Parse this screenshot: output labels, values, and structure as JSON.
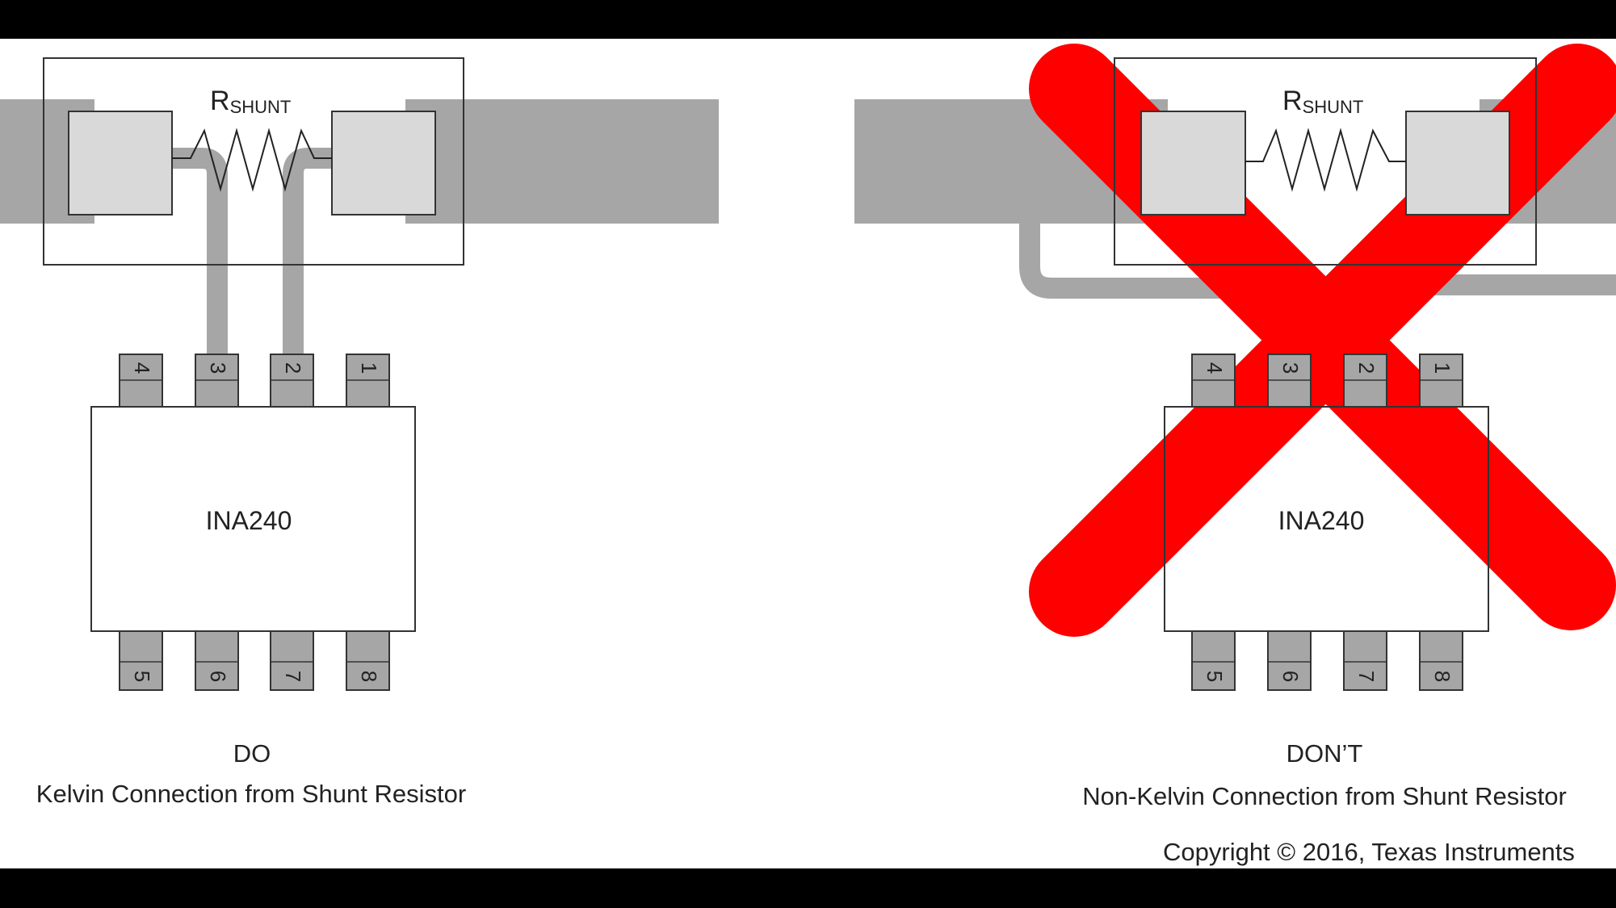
{
  "left_panel": {
    "resistor_label": "R",
    "resistor_subscript": "SHUNT",
    "chip_label": "INA240",
    "pins_top": [
      "4",
      "3",
      "2",
      "1"
    ],
    "pins_bottom": [
      "5",
      "6",
      "7",
      "8"
    ],
    "caption_title": "DO",
    "caption_text": "Kelvin Connection from Shunt Resistor"
  },
  "right_panel": {
    "resistor_label": "R",
    "resistor_subscript": "SHUNT",
    "chip_label": "INA240",
    "pins_top": [
      "4",
      "3",
      "2",
      "1"
    ],
    "pins_bottom": [
      "5",
      "6",
      "7",
      "8"
    ],
    "caption_title": "DON’T",
    "caption_text": "Non-Kelvin Connection from Shunt Resistor"
  },
  "copyright": "Copyright © 2016, Texas Instruments",
  "colors": {
    "trace": "#a6a6a6",
    "pad": "#d9d9d9",
    "cross": "#ff0000",
    "outline": "#333333",
    "background": "#ffffff",
    "letterbox": "#000000"
  }
}
